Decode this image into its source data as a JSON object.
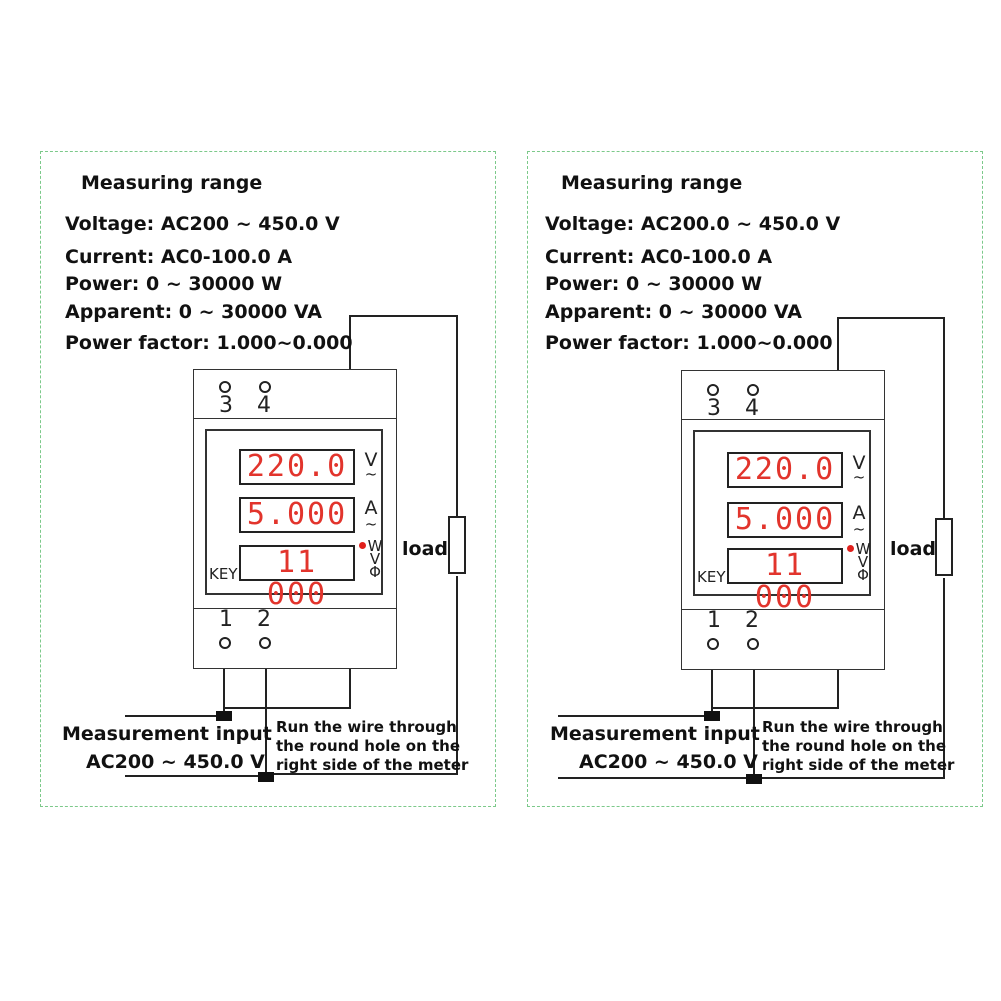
{
  "panels": [
    {
      "range_title": "Measuring range",
      "voltage": "Voltage: AC200 ~ 450.0 V",
      "current": "Current: AC0-100.0 A",
      "power": "Power: 0 ~ 30000 W",
      "apparent": "Apparent: 0 ~ 30000 VA",
      "power_factor": "Power factor: 1.000~0.000",
      "terminal_3": "3",
      "terminal_4": "4",
      "terminal_1": "1",
      "terminal_2": "2",
      "display_voltage": "220.0",
      "display_current": "5.000",
      "display_power": "11 000",
      "unit_v": "V",
      "unit_a": "A",
      "unit_ac": "~",
      "unit_w": "W",
      "unit_v2": "V",
      "unit_phi": "Φ",
      "key_label": "KEY",
      "load_label": "load",
      "measurement_input": "Measurement input",
      "measurement_voltage": "AC200 ~ 450.0 V",
      "note_line1": "Run the wire through",
      "note_line2": "the round hole on the",
      "note_line3": "right side of the meter"
    },
    {
      "range_title": "Measuring range",
      "voltage": "Voltage: AC200.0 ~ 450.0 V",
      "current": "Current: AC0-100.0 A",
      "power": "Power: 0 ~ 30000 W",
      "apparent": "Apparent: 0 ~ 30000 VA",
      "power_factor": "Power factor: 1.000~0.000",
      "terminal_3": "3",
      "terminal_4": "4",
      "terminal_1": "1",
      "terminal_2": "2",
      "display_voltage": "220.0",
      "display_current": "5.000",
      "display_power": "11 000",
      "unit_v": "V",
      "unit_a": "A",
      "unit_ac": "~",
      "unit_w": "W",
      "unit_v2": "V",
      "unit_phi": "Φ",
      "key_label": "KEY",
      "load_label": "load",
      "measurement_input": "Measurement input",
      "measurement_voltage": "AC200 ~ 450.0 V",
      "note_line1": "Run the wire through",
      "note_line2": "the round hole on the",
      "note_line3": "right side of the meter"
    }
  ],
  "colors": {
    "border_dashed": "#7cc98a",
    "led_red": "#e2342c",
    "indicator_dot": "#e0201c"
  }
}
